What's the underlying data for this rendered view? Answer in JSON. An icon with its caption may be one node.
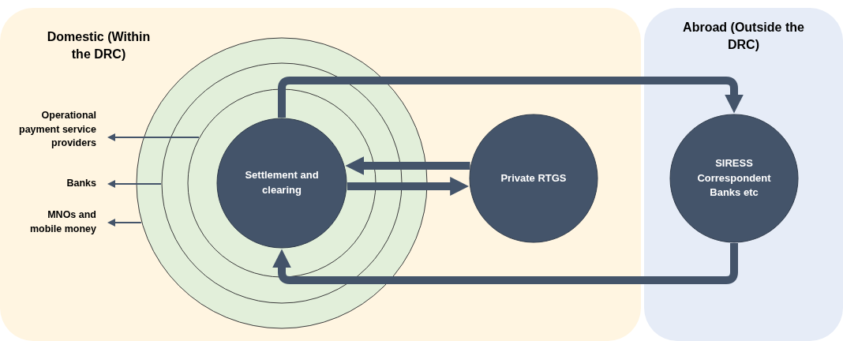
{
  "diagram": {
    "nodes": [
      {
        "text": [
          "Domestic (Within the DRC)"
        ]
      },
      {
        "text": [
          "Abroad (Outside the DRC)"
        ]
      },
      {
        "text": [],
        "shape": "circle",
        "in": 0
      },
      {
        "text": [],
        "shape": "circle",
        "in": 2
      },
      {
        "text": [],
        "shape": "circle",
        "in": 3
      },
      {
        "text": [
          "Settlement and clearing"
        ],
        "in": 4
      },
      {
        "text": [
          "Private RTGS"
        ],
        "in": 0
      },
      {
        "text": [
          "SIRESS Correspondent Banks etc"
        ],
        "in": 1
      },
      {
        "text": [
          "Operational payment service providers"
        ],
        "in": 0
      },
      {
        "text": [
          "Banks"
        ],
        "in": 0
      },
      {
        "text": [
          "MNOs and mobile money"
        ],
        "in": 0
      }
    ],
    "edges": [
      {
        "from": 5,
        "to": 7,
        "arrow": "to"
      },
      {
        "from": 7,
        "to": 5,
        "arrow": "to"
      },
      {
        "from": 6,
        "to": 5,
        "arrow": "to"
      },
      {
        "from": 5,
        "to": 6,
        "arrow": "to"
      },
      {
        "from": 4,
        "to": 8,
        "arrow": "to"
      },
      {
        "from": 3,
        "to": 9,
        "arrow": "to"
      },
      {
        "from": 2,
        "to": 10,
        "arrow": "to"
      }
    ]
  }
}
